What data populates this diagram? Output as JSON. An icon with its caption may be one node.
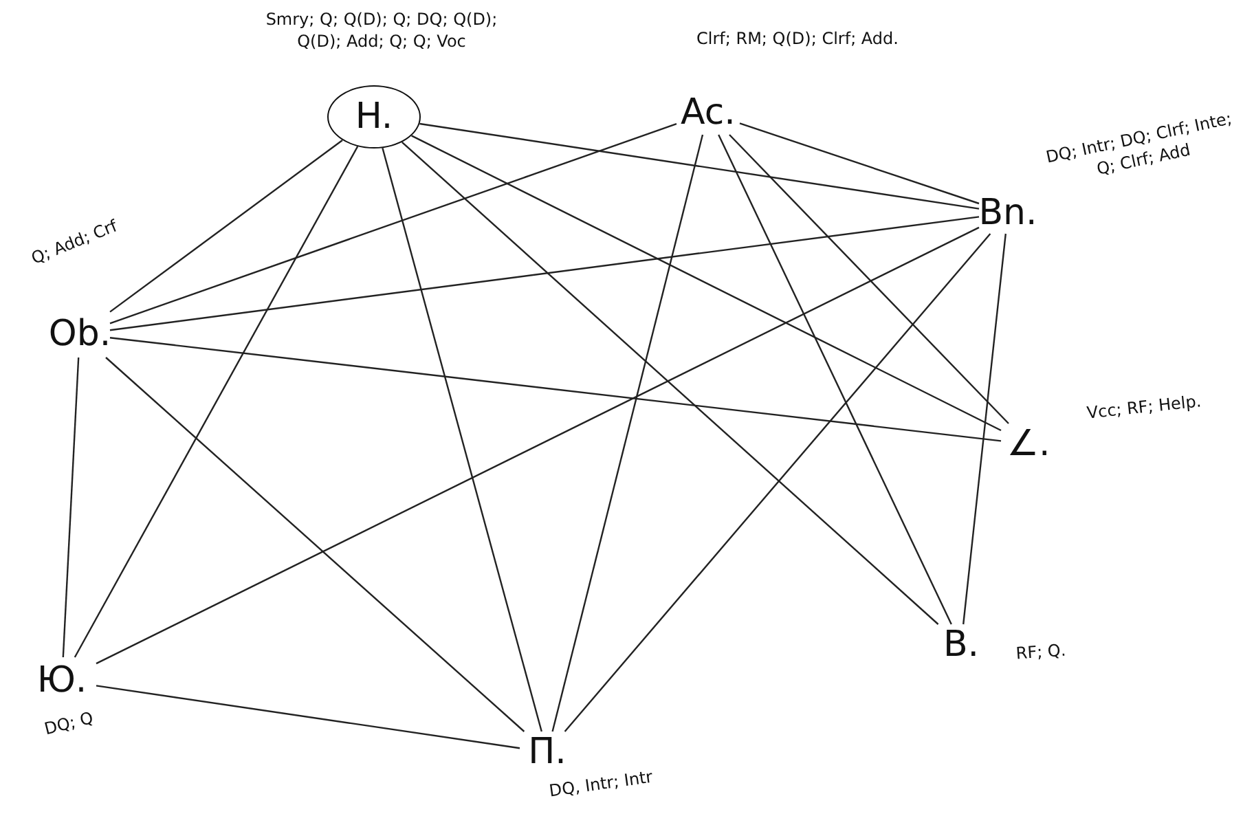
{
  "diagram": {
    "nodes": [
      {
        "text": [
          "H."
        ],
        "beside": [
          "Smry; Q; Q(D); Q; DQ; Q(D); Q(D); Add; Q; Q; Voc"
        ]
      },
      {
        "text": [
          "Ac."
        ],
        "beside": [
          "Clrf; RM; Q(D); Clrf; Add."
        ]
      },
      {
        "text": [
          "Bn."
        ],
        "beside": [
          "DQ; Intr; DQ; Clrf; Inte; Q; Clrf; Add"
        ]
      },
      {
        "text": [
          "Ob."
        ],
        "beside": [
          "Q; Add; Crf"
        ]
      },
      {
        "text": [
          "∠."
        ],
        "beside": [
          "Vcc; RF; Help."
        ]
      },
      {
        "text": [
          "Ю."
        ],
        "beside": [
          "DQ; Q"
        ]
      },
      {
        "text": [
          "Π."
        ],
        "beside": [
          "DQ, Intr; Intr"
        ]
      },
      {
        "text": [
          "B."
        ],
        "beside": [
          "RF; Q."
        ]
      }
    ],
    "edges": [
      {
        "from": 0,
        "to": 3,
        "arrow": "none"
      },
      {
        "from": 0,
        "to": 2,
        "arrow": "none"
      },
      {
        "from": 0,
        "to": 5,
        "arrow": "none"
      },
      {
        "from": 0,
        "to": 6,
        "arrow": "none"
      },
      {
        "from": 0,
        "to": 4,
        "arrow": "none"
      },
      {
        "from": 0,
        "to": 7,
        "arrow": "none"
      },
      {
        "from": 1,
        "to": 2,
        "arrow": "none"
      },
      {
        "from": 1,
        "to": 3,
        "arrow": "none"
      },
      {
        "from": 1,
        "to": 6,
        "arrow": "none"
      },
      {
        "from": 1,
        "to": 7,
        "arrow": "none"
      },
      {
        "from": 1,
        "to": 4,
        "arrow": "none"
      },
      {
        "from": 2,
        "to": 3,
        "arrow": "none"
      },
      {
        "from": 2,
        "to": 5,
        "arrow": "none"
      },
      {
        "from": 2,
        "to": 6,
        "arrow": "none"
      },
      {
        "from": 2,
        "to": 7,
        "arrow": "none"
      },
      {
        "from": 3,
        "to": 5,
        "arrow": "none"
      },
      {
        "from": 3,
        "to": 4,
        "arrow": "none"
      },
      {
        "from": 3,
        "to": 6,
        "arrow": "none"
      },
      {
        "from": 5,
        "to": 6,
        "arrow": "none"
      }
    ]
  }
}
